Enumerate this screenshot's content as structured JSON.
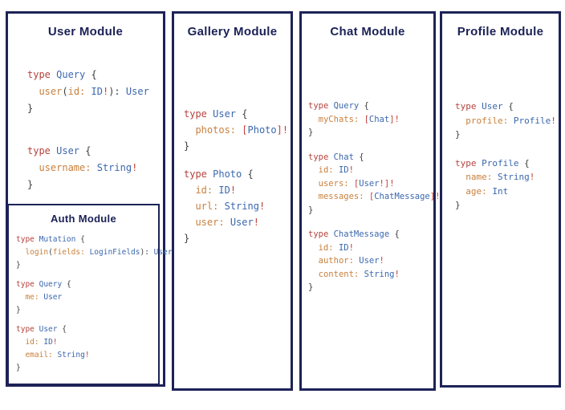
{
  "colors": {
    "border": "#1d2357",
    "title": "#1b2156",
    "kw": "#b5433d",
    "ty": "#3b67ae",
    "fl": "#c8803d",
    "pu": "#3d3d3d",
    "rd": "#c0403a"
  },
  "modules": [
    {
      "id": "user",
      "title": "User Module",
      "blocks": [
        [
          [
            [
              "kw",
              "type "
            ],
            [
              "ty",
              "Query "
            ],
            [
              "pu",
              "{"
            ]
          ],
          [
            [
              "pu",
              "  "
            ],
            [
              "fl",
              "user"
            ],
            [
              "pu",
              "("
            ],
            [
              "fl",
              "id:"
            ],
            [
              "pu",
              " "
            ],
            [
              "ty",
              "ID"
            ],
            [
              "rd",
              "!"
            ],
            [
              "pu",
              "): "
            ],
            [
              "ty",
              "User"
            ]
          ],
          [
            [
              "pu",
              "}"
            ]
          ]
        ],
        [
          [
            [
              "kw",
              "type "
            ],
            [
              "ty",
              "User "
            ],
            [
              "pu",
              "{"
            ]
          ],
          [
            [
              "pu",
              "  "
            ],
            [
              "fl",
              "username:"
            ],
            [
              "pu",
              " "
            ],
            [
              "ty",
              "String"
            ],
            [
              "rd",
              "!"
            ]
          ],
          [
            [
              "pu",
              "}"
            ]
          ]
        ]
      ]
    },
    {
      "id": "auth",
      "title": "Auth Module",
      "blocks": [
        [
          [
            [
              "kw",
              "type "
            ],
            [
              "ty",
              "Mutation "
            ],
            [
              "pu",
              "{"
            ]
          ],
          [
            [
              "pu",
              "  "
            ],
            [
              "fl",
              "login"
            ],
            [
              "pu",
              "("
            ],
            [
              "fl",
              "fields:"
            ],
            [
              "pu",
              " "
            ],
            [
              "ty",
              "LoginFields"
            ],
            [
              "pu",
              "): "
            ],
            [
              "ty",
              "User"
            ]
          ],
          [
            [
              "pu",
              "}"
            ]
          ]
        ],
        [
          [
            [
              "kw",
              "type "
            ],
            [
              "ty",
              "Query "
            ],
            [
              "pu",
              "{"
            ]
          ],
          [
            [
              "pu",
              "  "
            ],
            [
              "fl",
              "me:"
            ],
            [
              "pu",
              " "
            ],
            [
              "ty",
              "User"
            ]
          ],
          [
            [
              "pu",
              "}"
            ]
          ]
        ],
        [
          [
            [
              "kw",
              "type "
            ],
            [
              "ty",
              "User "
            ],
            [
              "pu",
              "{"
            ]
          ],
          [
            [
              "pu",
              "  "
            ],
            [
              "fl",
              "id:"
            ],
            [
              "pu",
              " "
            ],
            [
              "ty",
              "ID"
            ],
            [
              "rd",
              "!"
            ]
          ],
          [
            [
              "pu",
              "  "
            ],
            [
              "fl",
              "email:"
            ],
            [
              "pu",
              " "
            ],
            [
              "ty",
              "String"
            ],
            [
              "rd",
              "!"
            ]
          ],
          [
            [
              "pu",
              "}"
            ]
          ]
        ]
      ]
    },
    {
      "id": "gallery",
      "title": "Gallery Module",
      "blocks": [
        [
          [
            [
              "kw",
              "type "
            ],
            [
              "ty",
              "User "
            ],
            [
              "pu",
              "{"
            ]
          ],
          [
            [
              "pu",
              "  "
            ],
            [
              "fl",
              "photos:"
            ],
            [
              "pu",
              " "
            ],
            [
              "rd",
              "["
            ],
            [
              "ty",
              "Photo"
            ],
            [
              "rd",
              "]!"
            ]
          ],
          [
            [
              "pu",
              "}"
            ]
          ]
        ],
        [
          [
            [
              "kw",
              "type "
            ],
            [
              "ty",
              "Photo "
            ],
            [
              "pu",
              "{"
            ]
          ],
          [
            [
              "pu",
              "  "
            ],
            [
              "fl",
              "id:"
            ],
            [
              "pu",
              " "
            ],
            [
              "ty",
              "ID"
            ],
            [
              "rd",
              "!"
            ]
          ],
          [
            [
              "pu",
              "  "
            ],
            [
              "fl",
              "url:"
            ],
            [
              "pu",
              " "
            ],
            [
              "ty",
              "String"
            ],
            [
              "rd",
              "!"
            ]
          ],
          [
            [
              "pu",
              "  "
            ],
            [
              "fl",
              "user:"
            ],
            [
              "pu",
              " "
            ],
            [
              "ty",
              "User"
            ],
            [
              "rd",
              "!"
            ]
          ],
          [
            [
              "pu",
              "}"
            ]
          ]
        ]
      ]
    },
    {
      "id": "chat",
      "title": "Chat Module",
      "blocks": [
        [
          [
            [
              "kw",
              "type "
            ],
            [
              "ty",
              "Query "
            ],
            [
              "pu",
              "{"
            ]
          ],
          [
            [
              "pu",
              "  "
            ],
            [
              "fl",
              "myChats:"
            ],
            [
              "pu",
              " "
            ],
            [
              "rd",
              "["
            ],
            [
              "ty",
              "Chat"
            ],
            [
              "rd",
              "]!"
            ]
          ],
          [
            [
              "pu",
              "}"
            ]
          ]
        ],
        [
          [
            [
              "kw",
              "type "
            ],
            [
              "ty",
              "Chat "
            ],
            [
              "pu",
              "{"
            ]
          ],
          [
            [
              "pu",
              "  "
            ],
            [
              "fl",
              "id:"
            ],
            [
              "pu",
              " "
            ],
            [
              "ty",
              "ID"
            ],
            [
              "rd",
              "!"
            ]
          ],
          [
            [
              "pu",
              "  "
            ],
            [
              "fl",
              "users:"
            ],
            [
              "pu",
              " "
            ],
            [
              "rd",
              "["
            ],
            [
              "ty",
              "User"
            ],
            [
              "rd",
              "!]!"
            ]
          ],
          [
            [
              "pu",
              "  "
            ],
            [
              "fl",
              "messages:"
            ],
            [
              "pu",
              " "
            ],
            [
              "rd",
              "["
            ],
            [
              "ty",
              "ChatMessage"
            ],
            [
              "rd",
              "]!"
            ]
          ],
          [
            [
              "pu",
              "}"
            ]
          ]
        ],
        [
          [
            [
              "kw",
              "type "
            ],
            [
              "ty",
              "ChatMessage "
            ],
            [
              "pu",
              "{"
            ]
          ],
          [
            [
              "pu",
              "  "
            ],
            [
              "fl",
              "id:"
            ],
            [
              "pu",
              " "
            ],
            [
              "ty",
              "ID"
            ],
            [
              "rd",
              "!"
            ]
          ],
          [
            [
              "pu",
              "  "
            ],
            [
              "fl",
              "author:"
            ],
            [
              "pu",
              " "
            ],
            [
              "ty",
              "User"
            ],
            [
              "rd",
              "!"
            ]
          ],
          [
            [
              "pu",
              "  "
            ],
            [
              "fl",
              "content:"
            ],
            [
              "pu",
              " "
            ],
            [
              "ty",
              "String"
            ],
            [
              "rd",
              "!"
            ]
          ],
          [
            [
              "pu",
              "}"
            ]
          ]
        ]
      ]
    },
    {
      "id": "profile",
      "title": "Profile Module",
      "blocks": [
        [
          [
            [
              "kw",
              "type "
            ],
            [
              "ty",
              "User "
            ],
            [
              "pu",
              "{"
            ]
          ],
          [
            [
              "pu",
              "  "
            ],
            [
              "fl",
              "profile:"
            ],
            [
              "pu",
              " "
            ],
            [
              "ty",
              "Profile"
            ],
            [
              "rd",
              "!"
            ]
          ],
          [
            [
              "pu",
              "}"
            ]
          ]
        ],
        [
          [
            [
              "kw",
              "type "
            ],
            [
              "ty",
              "Profile "
            ],
            [
              "pu",
              "{"
            ]
          ],
          [
            [
              "pu",
              "  "
            ],
            [
              "fl",
              "name:"
            ],
            [
              "pu",
              " "
            ],
            [
              "ty",
              "String"
            ],
            [
              "rd",
              "!"
            ]
          ],
          [
            [
              "pu",
              "  "
            ],
            [
              "fl",
              "age:"
            ],
            [
              "pu",
              " "
            ],
            [
              "ty",
              "Int"
            ]
          ],
          [
            [
              "pu",
              "}"
            ]
          ]
        ]
      ]
    }
  ]
}
